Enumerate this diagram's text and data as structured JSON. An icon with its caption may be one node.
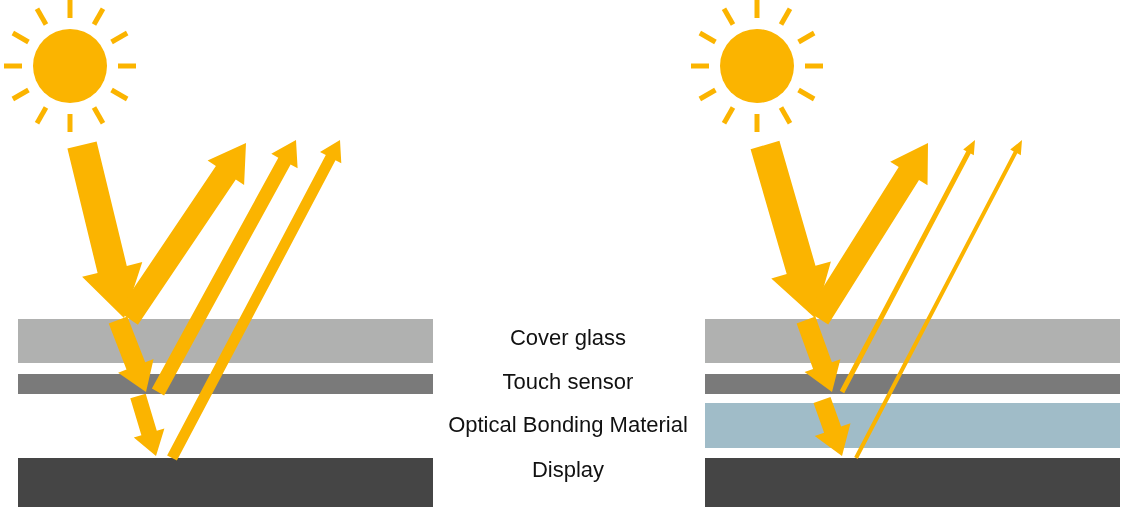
{
  "diagram": {
    "labels": [
      "Cover glass",
      "Touch sensor",
      "Optical Bonding Material",
      "Display"
    ]
  }
}
